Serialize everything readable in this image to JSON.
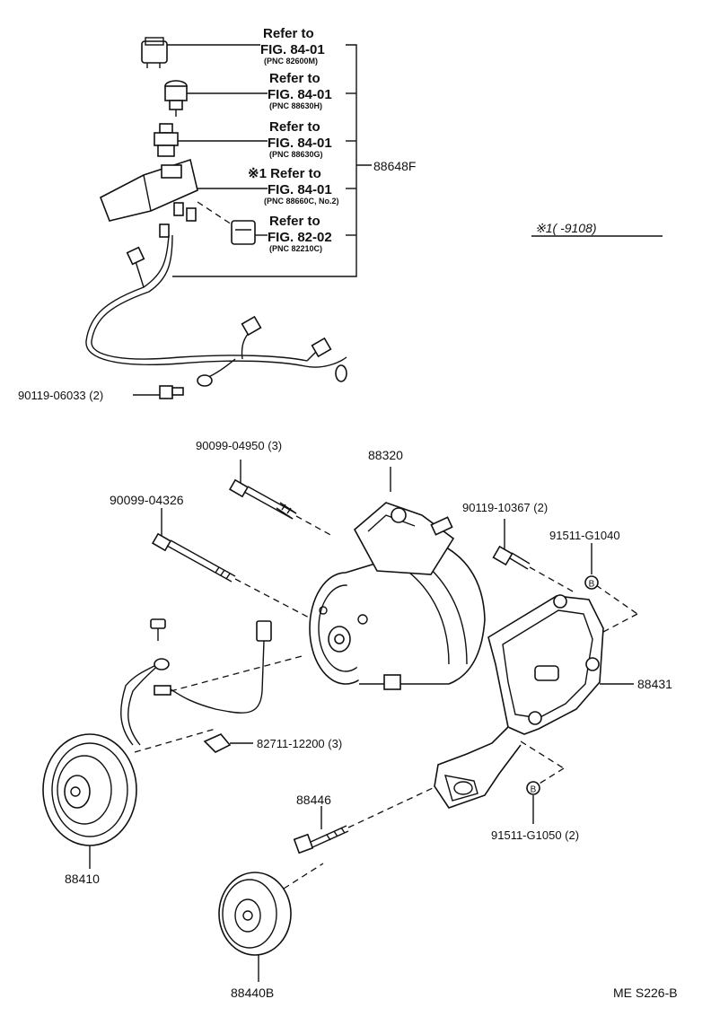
{
  "refs": [
    {
      "refer": "Refer to",
      "fig": "FIG. 84-01",
      "pnc": "(PNC 82600M)"
    },
    {
      "refer": "Refer to",
      "fig": "FIG. 84-01",
      "pnc": "(PNC 88630H)"
    },
    {
      "refer": "Refer to",
      "fig": "FIG. 84-01",
      "pnc": "(PNC 88630G)"
    },
    {
      "refer": "※1 Refer to",
      "fig": "FIG. 84-01",
      "pnc": "(PNC 88660C, No.2)"
    },
    {
      "refer": "Refer to",
      "fig": "FIG. 82-02",
      "pnc": "(PNC 82210C)"
    }
  ],
  "note": "※1(      -9108)",
  "parts": {
    "p88648F": "88648F",
    "p90119_06033": "90119-06033 (2)",
    "p90099_04950": "90099-04950 (3)",
    "p88320": "88320",
    "p90099_04326": "90099-04326",
    "p90119_10367": "90119-10367 (2)",
    "p91511_G1040": "91511-G1040",
    "p88431": "88431",
    "p82711_12200": "82711-12200 (3)",
    "p88446": "88446",
    "p91511_G1050": "91511-G1050 (2)",
    "p88410": "88410",
    "p88440B": "88440B"
  },
  "markers": {
    "b1": "B",
    "b2": "B"
  },
  "code": "ME S226-B"
}
